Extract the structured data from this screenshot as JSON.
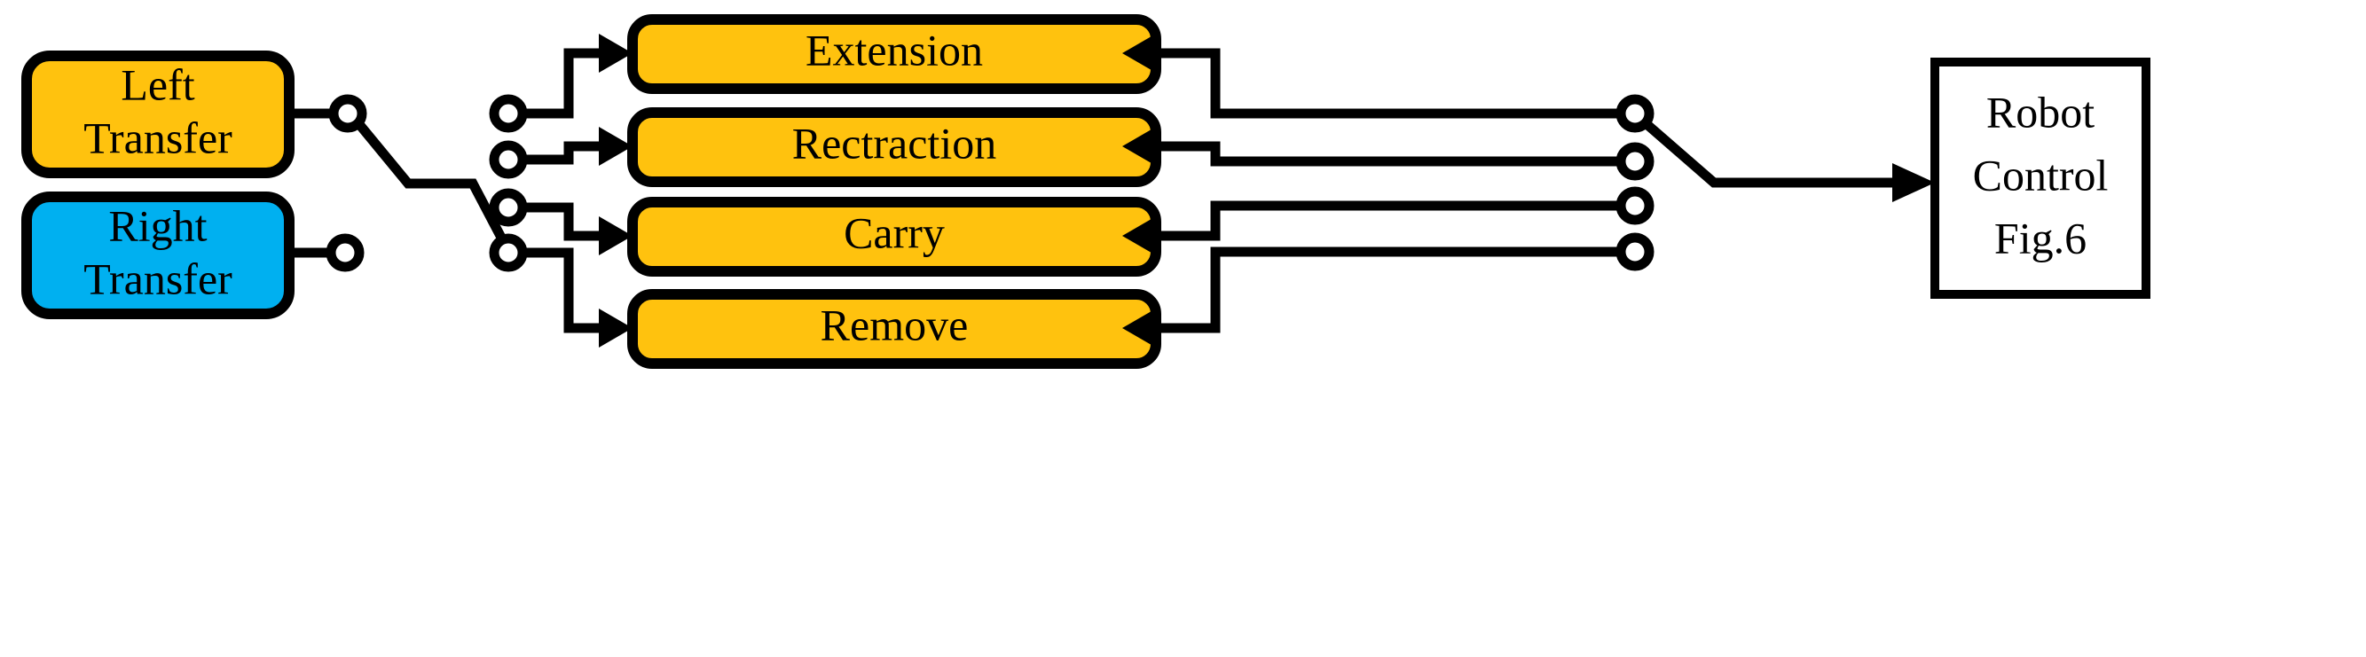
{
  "diagram": {
    "title": "Transfer selection to robot control flow diagram",
    "colors": {
      "amber": "#FFC20E",
      "cyan": "#00B0F0",
      "line": "#000000",
      "box_fill_white": "#FFFFFF"
    },
    "source_nodes": [
      {
        "id": "left-transfer",
        "label_line1": "Left",
        "label_line2": "Transfer",
        "color": "#FFC20E"
      },
      {
        "id": "right-transfer",
        "label_line1": "Right",
        "label_line2": "Transfer",
        "color": "#00B0F0"
      }
    ],
    "action_nodes": [
      {
        "id": "extension",
        "label": "Extension",
        "color": "#FFC20E"
      },
      {
        "id": "rectraction",
        "label": "Rectraction",
        "color": "#FFC20E"
      },
      {
        "id": "carry",
        "label": "Carry",
        "color": "#FFC20E"
      },
      {
        "id": "remove",
        "label": "Remove",
        "color": "#FFC20E"
      }
    ],
    "target_node": {
      "id": "robot-control",
      "label_line1": "Robot",
      "label_line2": "Control",
      "label_line3": "Fig.6",
      "color": "#FFFFFF"
    },
    "switches": [
      {
        "id": "input-selector-switch",
        "pole_count": 2,
        "throw_count": 4,
        "connected_pole": "left-transfer",
        "connected_throw": "remove"
      },
      {
        "id": "output-selector-switch",
        "pole_count": 4,
        "throw_count": 1,
        "connected_pole": "extension",
        "connected_throw": "robot-control"
      }
    ],
    "terminal_count_left": 4,
    "terminal_count_right": 4
  }
}
